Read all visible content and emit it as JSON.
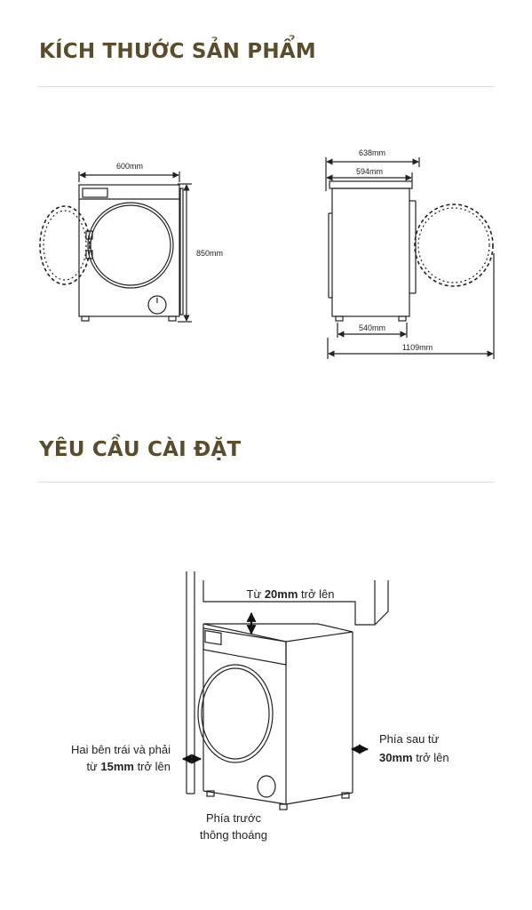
{
  "sections": {
    "dimensions_title": "KÍCH THƯỚC SẢN PHẨM",
    "install_title": "YÊU CẦU CÀI ĐẶT"
  },
  "front_view": {
    "width_label": "600mm",
    "height_label": "850mm"
  },
  "side_view": {
    "top_depth_label": "638mm",
    "body_depth_label": "594mm",
    "base_depth_label": "540mm",
    "door_open_depth_label": "1109mm"
  },
  "installation": {
    "top_prefix": "Từ ",
    "top_value": "20mm",
    "top_suffix": " trở lên",
    "sides_line1": "Hai bên trái và phải",
    "sides_prefix": "từ ",
    "sides_value": "15mm",
    "sides_suffix": " trở lên",
    "back_line1": "Phía sau từ",
    "back_value": "30mm",
    "back_suffix": " trở lên",
    "front_line1": "Phía trước",
    "front_line2": "thông thoáng"
  },
  "colors": {
    "title": "#5a4d2c",
    "line": "#222222",
    "divider": "#dcdcdc"
  }
}
